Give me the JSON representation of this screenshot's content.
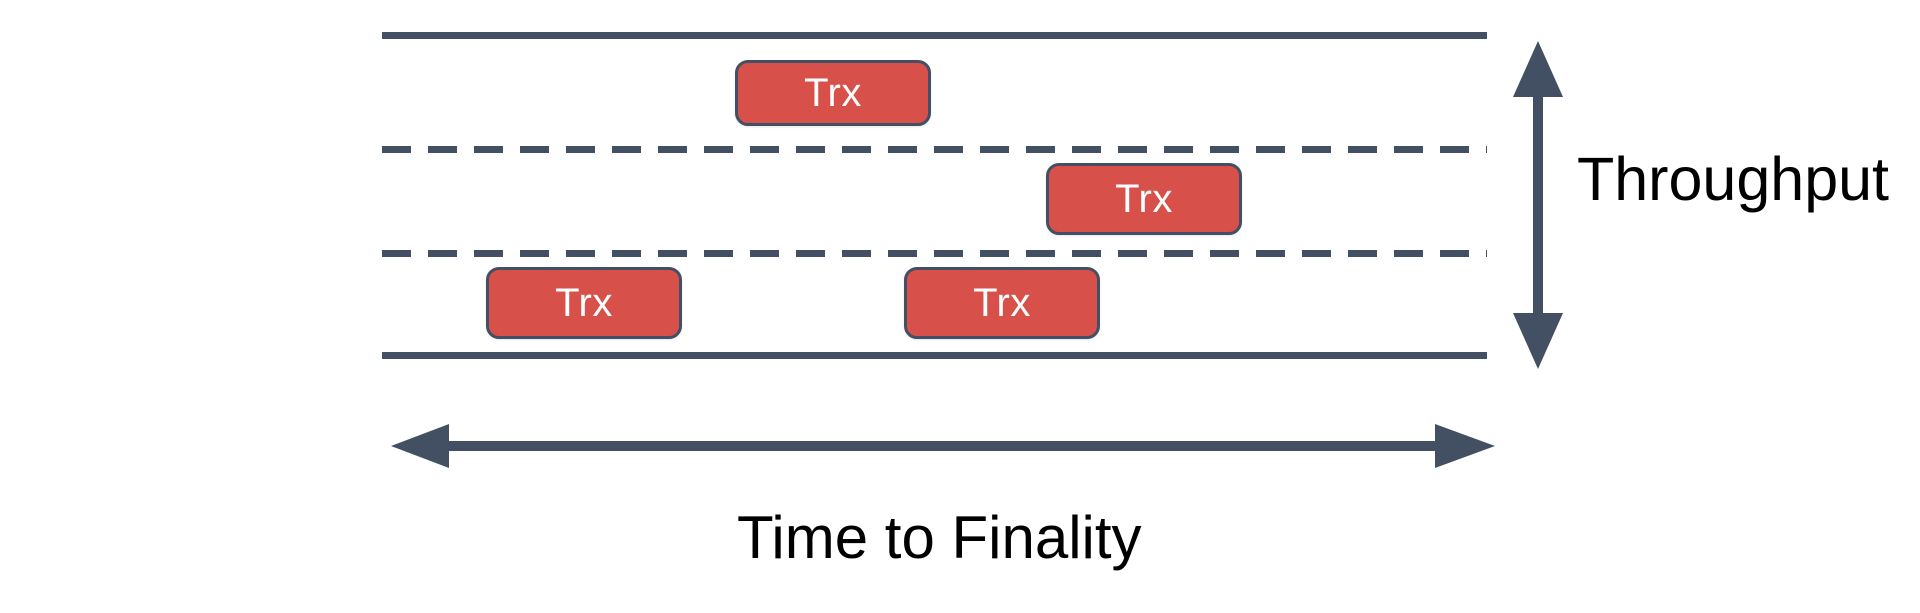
{
  "diagram": {
    "title_hidden": "",
    "colors": {
      "line": "#434f63",
      "block_fill": "#d8504a",
      "block_border": "#434f63",
      "block_text": "#ffffff",
      "label_text": "#000000",
      "background": "#ffffff"
    },
    "axes": {
      "vertical": {
        "label": "Throughput",
        "arrow_style": "double-headed",
        "orientation": "vertical"
      },
      "horizontal": {
        "label": "Time to Finality",
        "arrow_style": "double-headed",
        "orientation": "horizontal"
      }
    },
    "lanes": [
      {
        "id": "lane-top-boundary",
        "style": "solid"
      },
      {
        "id": "lane-divider-1",
        "style": "dashed"
      },
      {
        "id": "lane-divider-2",
        "style": "dashed"
      },
      {
        "id": "lane-bottom-boundary",
        "style": "solid"
      }
    ],
    "blocks": [
      {
        "id": "trx-1",
        "label": "Trx",
        "lane": 1
      },
      {
        "id": "trx-2",
        "label": "Trx",
        "lane": 2
      },
      {
        "id": "trx-3",
        "label": "Trx",
        "lane": 3
      },
      {
        "id": "trx-4",
        "label": "Trx",
        "lane": 3
      }
    ]
  }
}
